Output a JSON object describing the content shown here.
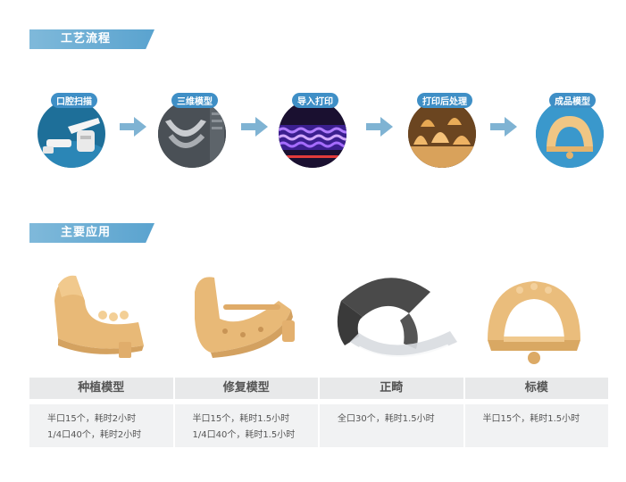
{
  "sections": {
    "process_title": "工艺流程",
    "apps_title": "主要应用"
  },
  "steps": [
    {
      "label": "口腔扫描"
    },
    {
      "label": "三维模型"
    },
    {
      "label": "导入打印"
    },
    {
      "label": "打印后处理"
    },
    {
      "label": "成品模型"
    }
  ],
  "applications": [
    {
      "name": "种植模型",
      "lines": [
        "半口15个，耗时2小时",
        "1/4口40个，耗时2小时"
      ]
    },
    {
      "name": "修复模型",
      "lines": [
        "半口15个，耗时1.5小时",
        "1/4口40个，耗时1.5小时"
      ]
    },
    {
      "name": "正畸",
      "lines": [
        "全口30个，耗时1.5小时",
        ""
      ]
    },
    {
      "name": "标模",
      "lines": [
        "半口15个，耗时1.5小时",
        ""
      ]
    }
  ],
  "colors": {
    "banner": "#5aa3cf",
    "pill": "#3f8fc6",
    "arrow": "#7fb3d3",
    "resin": "#e8b977",
    "header_bg": "#e8e9ea",
    "body_bg": "#f1f2f3"
  }
}
